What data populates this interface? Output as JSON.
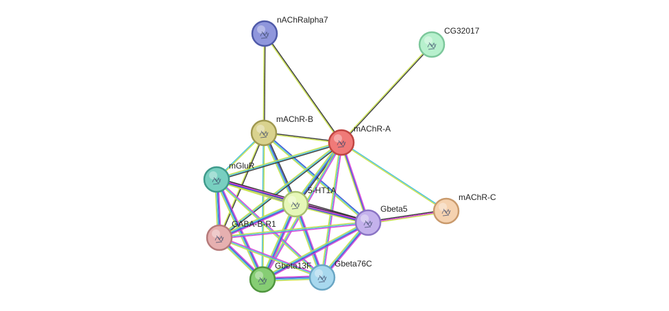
{
  "network": {
    "nodes": [
      {
        "id": "nAChRalpha7",
        "label": "nAChRalpha7",
        "color": "#8f96dc",
        "stroke": "#4f5aa8"
      },
      {
        "id": "CG32017",
        "label": "CG32017",
        "color": "#b7f0cd",
        "stroke": "#7cc79b"
      },
      {
        "id": "mAChR-B",
        "label": "mAChR-B",
        "color": "#d9d28e",
        "stroke": "#9f9850"
      },
      {
        "id": "mAChR-A",
        "label": "mAChR-A",
        "color": "#f07a78",
        "stroke": "#c04542"
      },
      {
        "id": "mGluR",
        "label": "mGluR",
        "color": "#78cfc0",
        "stroke": "#3f9a8b"
      },
      {
        "id": "5-HT1A",
        "label": "5-HT1A",
        "color": "#e6f7b8",
        "stroke": "#a8c070"
      },
      {
        "id": "Gbeta5",
        "label": "Gbeta5",
        "color": "#c4b2ec",
        "stroke": "#8a74c4"
      },
      {
        "id": "mAChR-C",
        "label": "mAChR-C",
        "color": "#f5d2b0",
        "stroke": "#c99a6c"
      },
      {
        "id": "GABA-B-R1",
        "label": "GABA-B-R1",
        "color": "#e6b0b0",
        "stroke": "#b57a7a"
      },
      {
        "id": "Gbeta13F",
        "label": "Gbeta13F",
        "color": "#86cd74",
        "stroke": "#4f953e"
      },
      {
        "id": "Gbeta76C",
        "label": "Gbeta76C",
        "color": "#a8d8ee",
        "stroke": "#6aa6c4"
      }
    ],
    "edges": [
      {
        "from": "nAChRalpha7",
        "to": "mAChR-B",
        "colors": [
          "#3a3a3a",
          "#c8e04a"
        ]
      },
      {
        "from": "nAChRalpha7",
        "to": "mAChR-A",
        "colors": [
          "#3a3a3a",
          "#c8e04a"
        ]
      },
      {
        "from": "CG32017",
        "to": "mAChR-A",
        "colors": [
          "#3a3a3a",
          "#c8e04a"
        ]
      },
      {
        "from": "mAChR-B",
        "to": "mAChR-A",
        "colors": [
          "#3a3a3a",
          "#c8e04a"
        ]
      },
      {
        "from": "mAChR-B",
        "to": "mGluR",
        "colors": [
          "#c8e04a",
          "#47c0d8"
        ]
      },
      {
        "from": "mAChR-B",
        "to": "5-HT1A",
        "colors": [
          "#3a3a3a",
          "#3a4fd0",
          "#47c0d8",
          "#c8e04a"
        ]
      },
      {
        "from": "mAChR-B",
        "to": "Gbeta5",
        "colors": [
          "#3a4fd0",
          "#47c0d8",
          "#c8e04a"
        ]
      },
      {
        "from": "mAChR-B",
        "to": "GABA-B-R1",
        "colors": [
          "#3a3a3a",
          "#c8e04a"
        ]
      },
      {
        "from": "mAChR-B",
        "to": "Gbeta13F",
        "colors": [
          "#c8e04a",
          "#47c0d8"
        ]
      },
      {
        "from": "mAChR-A",
        "to": "mGluR",
        "colors": [
          "#3a3a3a",
          "#47c0d8",
          "#c8e04a"
        ]
      },
      {
        "from": "mAChR-A",
        "to": "5-HT1A",
        "colors": [
          "#3a3a3a",
          "#3a4fd0",
          "#47c0d8",
          "#c8e04a"
        ]
      },
      {
        "from": "mAChR-A",
        "to": "Gbeta5",
        "colors": [
          "#d63fd6",
          "#3a4fd0",
          "#c8e04a"
        ]
      },
      {
        "from": "mAChR-A",
        "to": "mAChR-C",
        "colors": [
          "#47c0d8",
          "#c8e04a"
        ]
      },
      {
        "from": "mAChR-A",
        "to": "GABA-B-R1",
        "colors": [
          "#3a3a3a",
          "#47c0d8",
          "#c8e04a"
        ]
      },
      {
        "from": "mAChR-A",
        "to": "Gbeta13F",
        "colors": [
          "#d63fd6",
          "#47c0d8",
          "#c8e04a"
        ]
      },
      {
        "from": "mAChR-A",
        "to": "Gbeta76C",
        "colors": [
          "#d63fd6",
          "#47c0d8",
          "#c8e04a"
        ]
      },
      {
        "from": "mGluR",
        "to": "5-HT1A",
        "colors": [
          "#3a3a3a",
          "#d63fd6",
          "#3a4fd0",
          "#c8e04a"
        ]
      },
      {
        "from": "mGluR",
        "to": "Gbeta5",
        "colors": [
          "#3a3a3a",
          "#d63fd6",
          "#3a4fd0",
          "#c8e04a"
        ]
      },
      {
        "from": "mGluR",
        "to": "GABA-B-R1",
        "colors": [
          "#d63fd6",
          "#3a4fd0",
          "#47c0d8",
          "#c8e04a"
        ]
      },
      {
        "from": "mGluR",
        "to": "Gbeta13F",
        "colors": [
          "#d63fd6",
          "#3a4fd0",
          "#47c0d8",
          "#c8e04a"
        ]
      },
      {
        "from": "mGluR",
        "to": "Gbeta76C",
        "colors": [
          "#d63fd6",
          "#47c0d8",
          "#c8e04a"
        ]
      },
      {
        "from": "5-HT1A",
        "to": "Gbeta5",
        "colors": [
          "#3a3a3a",
          "#d63fd6",
          "#3a4fd0",
          "#c8e04a"
        ]
      },
      {
        "from": "5-HT1A",
        "to": "GABA-B-R1",
        "colors": [
          "#d63fd6",
          "#3a4fd0",
          "#47c0d8",
          "#c8e04a"
        ]
      },
      {
        "from": "5-HT1A",
        "to": "Gbeta13F",
        "colors": [
          "#d63fd6",
          "#3a4fd0",
          "#47c0d8",
          "#c8e04a"
        ]
      },
      {
        "from": "5-HT1A",
        "to": "Gbeta76C",
        "colors": [
          "#d63fd6",
          "#3a4fd0",
          "#47c0d8",
          "#c8e04a"
        ]
      },
      {
        "from": "Gbeta5",
        "to": "mAChR-C",
        "colors": [
          "#3a3a3a",
          "#d63fd6",
          "#c8e04a"
        ]
      },
      {
        "from": "Gbeta5",
        "to": "GABA-B-R1",
        "colors": [
          "#d63fd6",
          "#47c0d8",
          "#c8e04a"
        ]
      },
      {
        "from": "Gbeta5",
        "to": "Gbeta13F",
        "colors": [
          "#d63fd6",
          "#3a4fd0",
          "#47c0d8",
          "#c8e04a"
        ]
      },
      {
        "from": "Gbeta5",
        "to": "Gbeta76C",
        "colors": [
          "#d63fd6",
          "#3a4fd0",
          "#47c0d8",
          "#c8e04a"
        ]
      },
      {
        "from": "GABA-B-R1",
        "to": "Gbeta13F",
        "colors": [
          "#d63fd6",
          "#3a4fd0",
          "#47c0d8",
          "#c8e04a"
        ]
      },
      {
        "from": "GABA-B-R1",
        "to": "Gbeta76C",
        "colors": [
          "#d63fd6",
          "#47c0d8",
          "#c8e04a"
        ]
      },
      {
        "from": "Gbeta13F",
        "to": "Gbeta76C",
        "colors": [
          "#d63fd6",
          "#3a4fd0",
          "#47c0d8",
          "#c8e04a"
        ]
      }
    ]
  }
}
